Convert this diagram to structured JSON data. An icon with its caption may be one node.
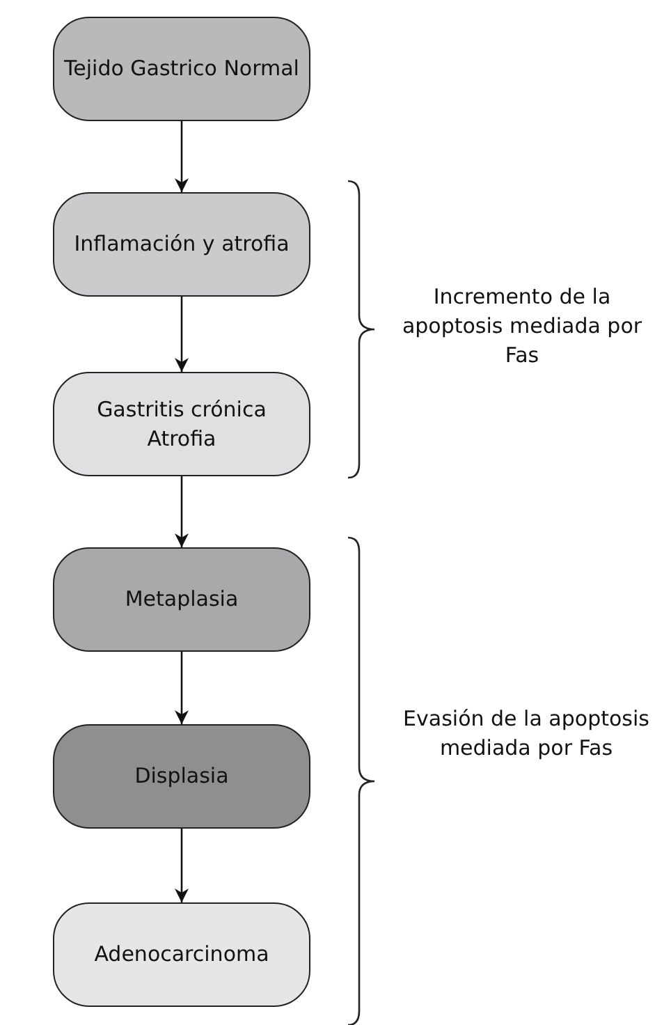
{
  "diagram": {
    "nodes": [
      {
        "text": [
          "Tejido Gastrico Normal"
        ]
      },
      {
        "text": [
          "Inflamación y atrofia"
        ]
      },
      {
        "text": [
          "Gastritis crónica Atrofia"
        ]
      },
      {
        "text": [
          "Metaplasia"
        ]
      },
      {
        "text": [
          "Displasia"
        ]
      },
      {
        "text": [
          "Adenocarcinoma"
        ]
      }
    ],
    "edges": [
      {
        "from": 0,
        "to": 1,
        "arrow": "to"
      },
      {
        "from": 1,
        "to": 2,
        "arrow": "to"
      },
      {
        "from": 2,
        "to": 3,
        "arrow": "to"
      },
      {
        "from": 3,
        "to": 4,
        "arrow": "to"
      },
      {
        "from": 4,
        "to": 5,
        "arrow": "to"
      }
    ],
    "labels": [
      "Incremento de la apoptosis mediada por Fas",
      "Evasión de la apoptosis mediada por Fas"
    ]
  }
}
